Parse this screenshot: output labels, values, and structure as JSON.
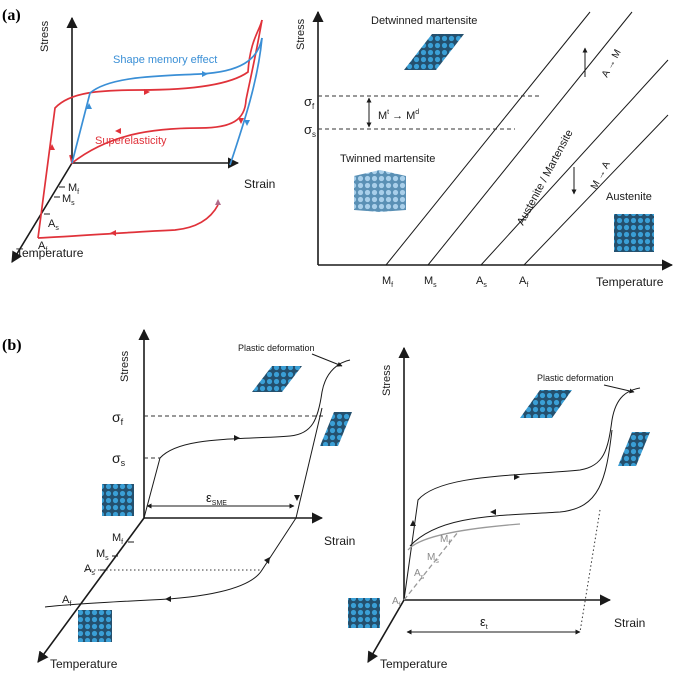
{
  "panel_a": {
    "label": "(a)",
    "left_plot": {
      "y_axis": "Stress",
      "x_axis": "Strain",
      "z_axis": "Temperature",
      "shape_memory_label": "Shape memory effect",
      "superelasticity_label": "Superelasticity",
      "temps": {
        "mf": "M",
        "mf_sub": "f",
        "ms": "M",
        "ms_sub": "s",
        "as": "A",
        "as_sub": "s",
        "af": "A",
        "af_sub": "f"
      }
    },
    "right_plot": {
      "y_axis": "Stress",
      "x_axis": "Temperature",
      "detwinned_label": "Detwinned martensite",
      "twinned_label": "Twinned martensite",
      "austenite_label": "Austenite",
      "band_label": "Austenite / Martensite",
      "a_to_m": "A → M",
      "m_to_a": "M → A",
      "transform": {
        "m1": "M",
        "sup": "t",
        "arrow": "→",
        "m2": "M",
        "sup2": "d"
      },
      "sigma_f": "σ",
      "sigma_f_sub": "f",
      "sigma_s": "σ",
      "sigma_s_sub": "s",
      "temps": {
        "mf": "M",
        "mf_sub": "f",
        "ms": "M",
        "ms_sub": "s",
        "as": "A",
        "as_sub": "s",
        "af": "A",
        "af_sub": "f"
      }
    }
  },
  "panel_b": {
    "label": "(b)",
    "left_plot": {
      "y_axis": "Stress",
      "x_axis": "Strain",
      "z_axis": "Temperature",
      "plastic_label": "Plastic deformation",
      "sigma_f": "σ",
      "sigma_f_sub": "f",
      "sigma_s": "σ",
      "sigma_s_sub": "s",
      "epsilon": "ε",
      "epsilon_sub": "SME",
      "temps": {
        "mf": "M",
        "mf_sub": "f",
        "ms": "M",
        "ms_sub": "s",
        "as": "A",
        "as_sub": "s",
        "af": "A",
        "af_sub": "f"
      }
    },
    "right_plot": {
      "y_axis": "Stress",
      "x_axis": "Strain",
      "z_axis": "Temperature",
      "plastic_label": "Plastic deformation",
      "epsilon": "ε",
      "epsilon_sub": "t",
      "temps": {
        "mf": "M",
        "mf_sub": "f",
        "ms": "M",
        "ms_sub": "s",
        "as": "A",
        "as_sub": "s",
        "af": "A",
        "af_sub": "f"
      }
    }
  },
  "colors": {
    "shape_memory": "#3a8fd6",
    "superelasticity": "#e0323a",
    "lattice_atom": "#3a9fd6",
    "lattice_light": "#a9cfea",
    "lattice_dark": "#24506e"
  }
}
